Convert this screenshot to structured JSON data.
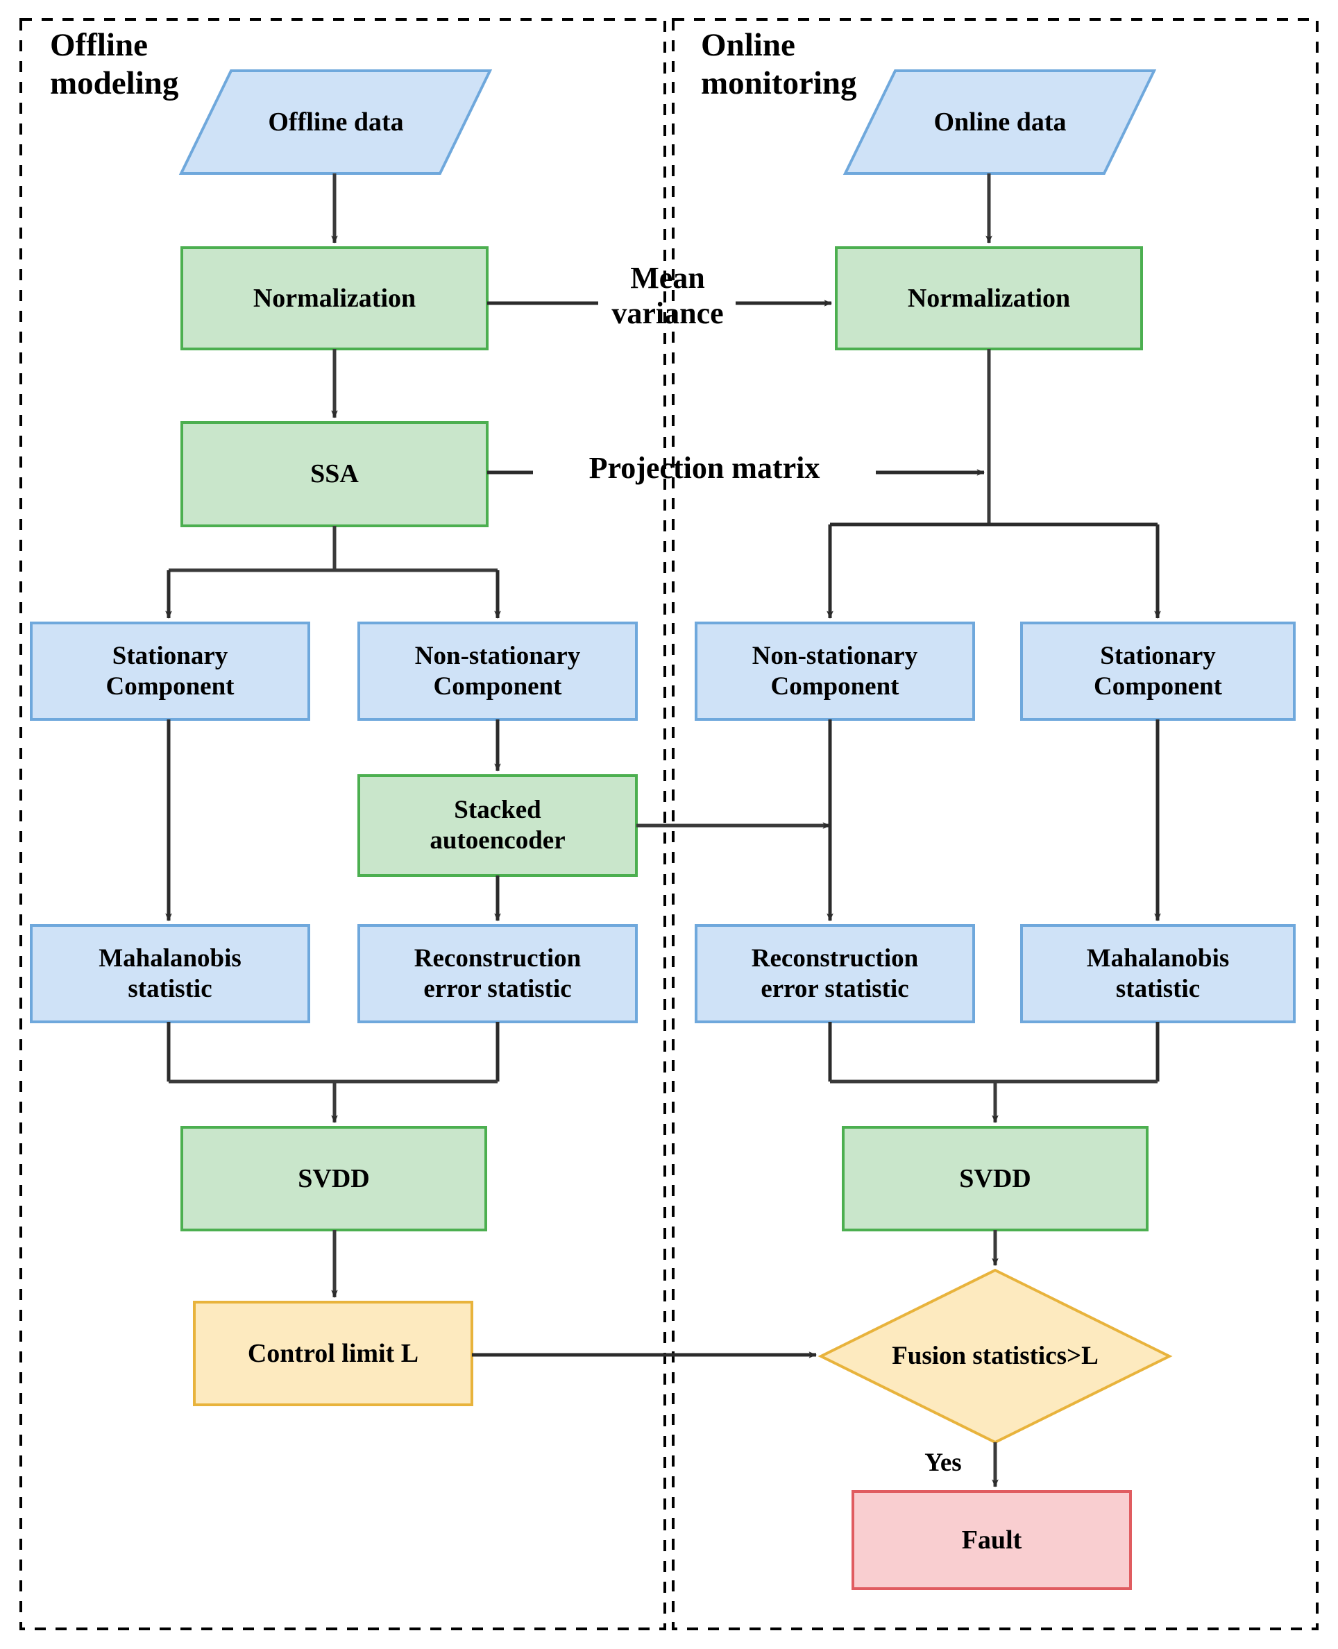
{
  "diagram": {
    "title_offline": "Offline\nmodeling",
    "title_online": "Online\nmonitoring",
    "colors": {
      "blue_fill": "#cfe2f7",
      "blue_stroke": "#6fa8dc",
      "green_fill": "#c9e6cb",
      "green_stroke": "#4caf50",
      "yellow_fill": "#fdeabf",
      "yellow_stroke": "#e8b33c",
      "red_fill": "#f9ced0",
      "red_stroke": "#e05c60",
      "arrow": "#3a3a3a",
      "border_dash": "#000000"
    }
  },
  "offline": {
    "data_node": "Offline data",
    "normalization": "Normalization",
    "ssa": "SSA",
    "stationary_component": "Stationary\nComponent",
    "non_stationary_component": "Non-stationary\nComponent",
    "stacked_autoencoder": "Stacked\nautoencoder",
    "mahalanobis_statistic": "Mahalanobis\nstatistic",
    "reconstruction_error_statistic": "Reconstruction\nerror statistic",
    "svdd": "SVDD",
    "control_limit": "Control limit L"
  },
  "online": {
    "data_node": "Online data",
    "normalization": "Normalization",
    "non_stationary_component": "Non-stationary\nComponent",
    "stationary_component": "Stationary\nComponent",
    "reconstruction_error_statistic": "Reconstruction\nerror statistic",
    "mahalanobis_statistic": "Mahalanobis\nstatistic",
    "svdd": "SVDD",
    "decision": "Fusion statistics>L",
    "fault": "Fault"
  },
  "edges": {
    "mean_variance": "Mean\nvariance",
    "projection_matrix": "Projection matrix",
    "yes": "Yes"
  }
}
